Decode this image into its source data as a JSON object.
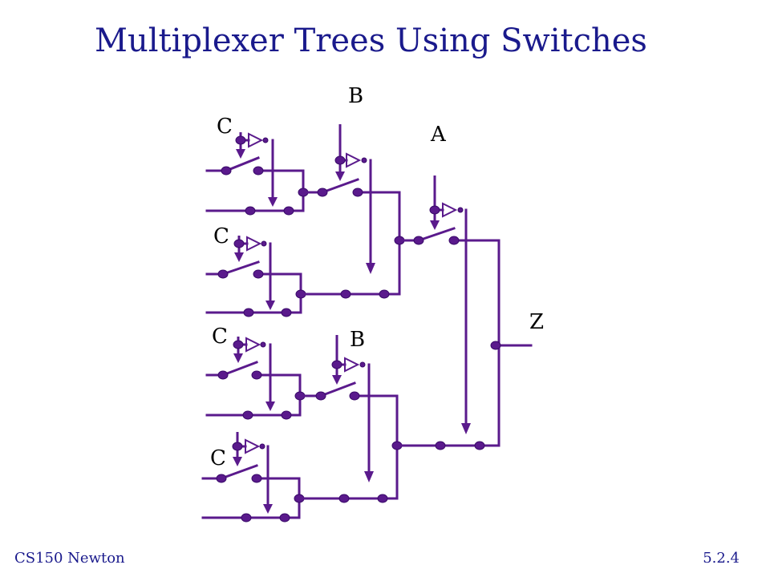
{
  "title": "Multiplexer Trees Using Switches",
  "footer": {
    "left": "CS150 Newton",
    "right": "5.2.4"
  },
  "labels": {
    "c1": "C",
    "c2": "C",
    "c3": "C",
    "c4": "C",
    "b_top": "B",
    "b_bottom": "B",
    "a": "A",
    "z": "Z"
  },
  "colors": {
    "title": "#1a1a8c",
    "wire": "#5a1a8c",
    "label": "#000000"
  }
}
